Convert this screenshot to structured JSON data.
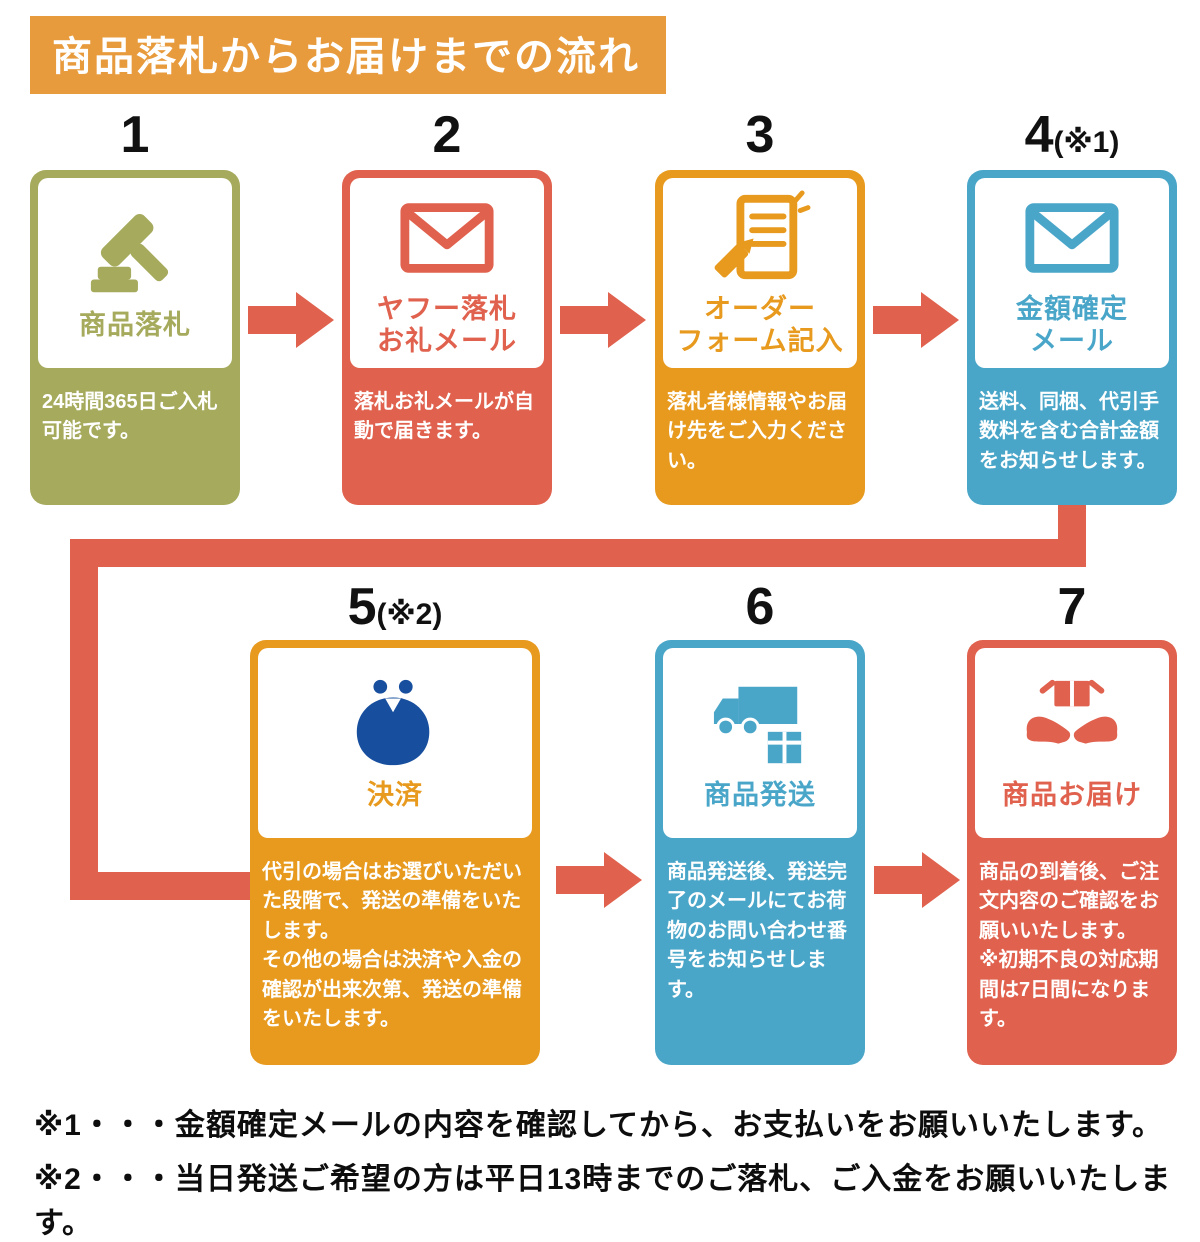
{
  "header": {
    "title": "商品落札からお届けまでの流れ",
    "bg_color": "#E89B3D"
  },
  "steps": [
    {
      "number": "1",
      "note": "",
      "title": "商品落札",
      "desc": "24時間365日ご入札可能です。",
      "color": "#A6AA5C",
      "icon": "gavel-icon"
    },
    {
      "number": "2",
      "note": "",
      "title": "ヤフー落札\nお礼メール",
      "desc": "落札お礼メールが自動で届きます。",
      "color": "#E0614D",
      "icon": "mail-icon"
    },
    {
      "number": "3",
      "note": "",
      "title": "オーダー\nフォーム記入",
      "desc": "落札者様情報やお届け先をご入力ください。",
      "color": "#E79A1E",
      "icon": "order-form-icon"
    },
    {
      "number": "4",
      "note": "(※1)",
      "title": "金額確定\nメール",
      "desc": "送料、同梱、代引手数料を含む合計金額をお知らせします。",
      "color": "#4AA6C9",
      "icon": "mail-icon"
    },
    {
      "number": "5",
      "note": "(※2)",
      "title": "決済",
      "desc": "代引の場合はお選びいただいた段階で、発送の準備をいたします。\nその他の場合は決済や入金の確認が出来次第、発送の準備をいたします。",
      "color": "#E79A1E",
      "icon": "coin-purse-icon"
    },
    {
      "number": "6",
      "note": "",
      "title": "商品発送",
      "desc": "商品発送後、発送完了のメールにてお荷物のお問い合わせ番号をお知らせします。",
      "color": "#4AA6C9",
      "icon": "delivery-truck-icon"
    },
    {
      "number": "7",
      "note": "",
      "title": "商品お届け",
      "desc": "商品の到着後、ご注文内容のご確認をお願いいたします。\n※初期不良の対応期間は7日間になります。",
      "color": "#E0614D",
      "icon": "hands-delivery-icon"
    }
  ],
  "footnotes": [
    "※1・・・金額確定メールの内容を確認してから、お支払いをお願いいたします。",
    "※2・・・当日発送ご希望の方は平日13時までのご落札、ご入金をお願いいたします。"
  ],
  "colors": {
    "arrow": "#E0614D",
    "olive": "#A6AA5C",
    "coral_red": "#E0614D",
    "orange": "#E79A1E",
    "blue": "#4AA6C9",
    "purse_navy": "#174F9E"
  }
}
